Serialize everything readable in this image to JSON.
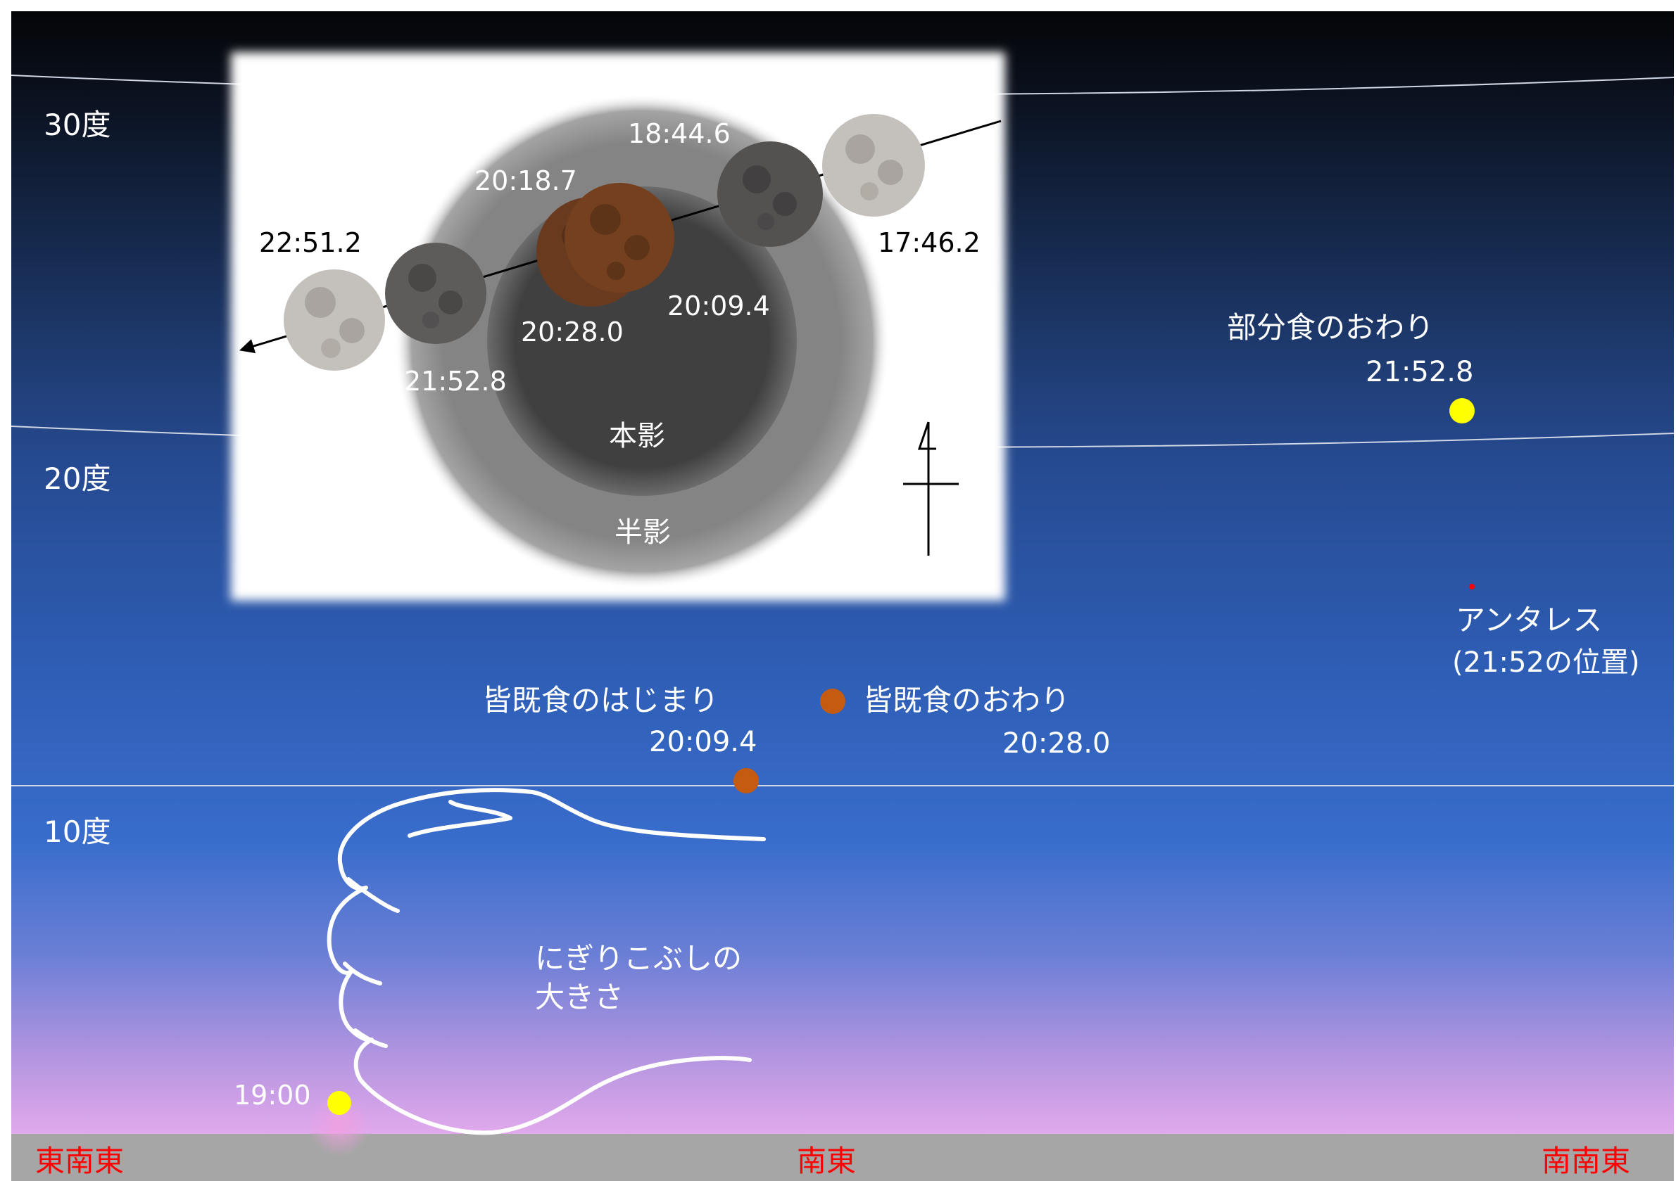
{
  "altitude_labels": [
    "30度",
    "20度",
    "10度"
  ],
  "direction_labels": [
    "東南東",
    "南東",
    "南南東"
  ],
  "inset": {
    "umbra_label": "本影",
    "penumbra_label": "半影",
    "times": {
      "t1": "17:46.2",
      "t2": "18:44.6",
      "t3": "20:09.4",
      "t4": "20:18.7",
      "t5": "20:28.0",
      "t6": "21:52.8",
      "t7": "22:51.2"
    }
  },
  "sky": {
    "partial_end_label": "部分食のおわり",
    "partial_end_time": "21:52.8",
    "antares_label": "アンタレス",
    "antares_note": "(21:52の位置)",
    "total_begin_label": "皆既食のはじまり",
    "total_begin_time": "20:09.4",
    "total_end_label": "皆既食のおわり",
    "total_end_time": "20:28.0",
    "fist_label_line1": "にぎりこぶしの",
    "fist_label_line2": "大きさ",
    "moonrise_time": "19:00"
  },
  "colors": {
    "sky_top": "#050608",
    "sky_mid": "#2c56a8",
    "sky_low": "#3a6ccf",
    "sky_horizon": "#e2a8ec",
    "ground": "#a6a6a6",
    "direction_text": "#ff0000",
    "moon_yellow": "#ffff00",
    "eclipse_dot": "#c55a11",
    "antares": "#ff0000"
  }
}
